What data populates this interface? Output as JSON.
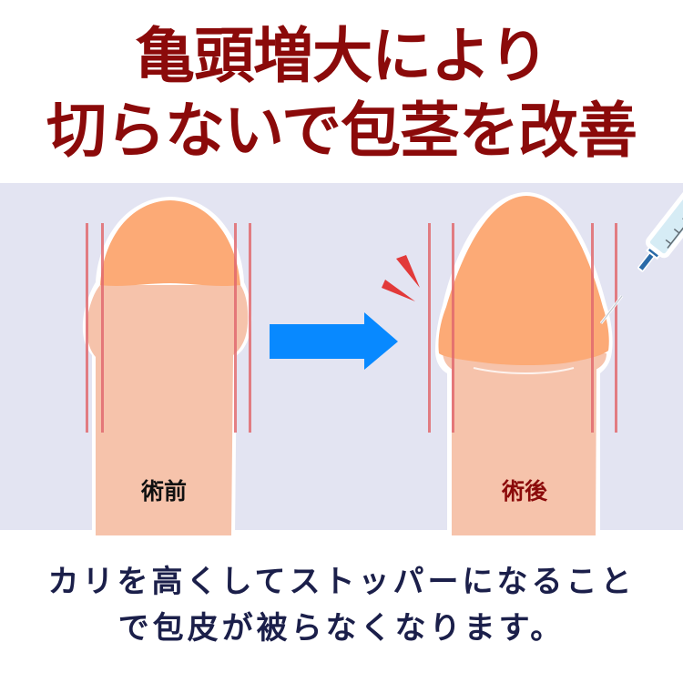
{
  "headline": {
    "line1": "亀頭増大により",
    "line2": "切らないで包茎を改善",
    "color": "#8b0a0a"
  },
  "illustration": {
    "background_color": "#e3e4f2",
    "glans_color": "#fcaa76",
    "skin_color": "#f6c3ab",
    "guide_line_color": "#e06a6e",
    "arrow_color": "#0889ff",
    "emphasis_mark_color": "#e23a3a",
    "syringe_body_color": "#d6ecf5",
    "syringe_needle_base_color": "#2a6aa8",
    "before": {
      "label": "術前",
      "label_color": "#111111"
    },
    "after": {
      "label": "術後",
      "label_color": "#8b0a0a"
    },
    "arrow_icon": "right-arrow",
    "syringe_icon": "syringe"
  },
  "caption": {
    "line1": "カリを高くしてストッパーになること",
    "line2": "で包皮が被らなくなります。",
    "color": "#1b1f4a"
  }
}
